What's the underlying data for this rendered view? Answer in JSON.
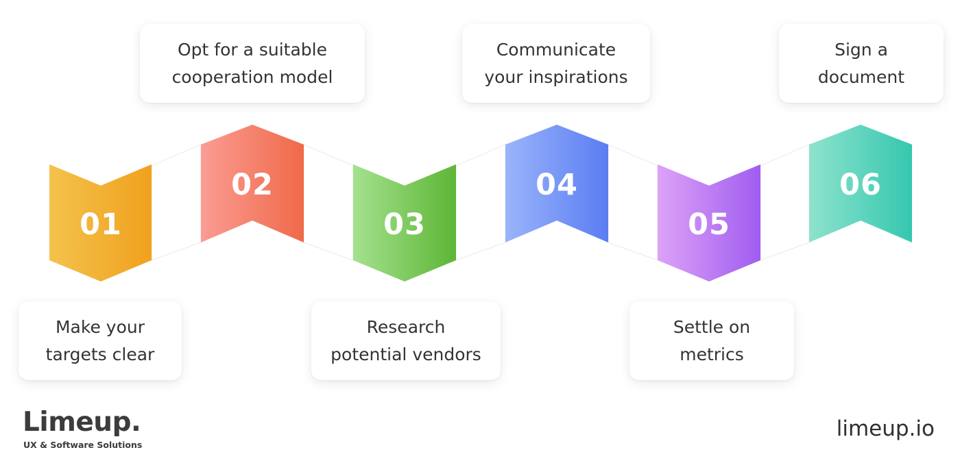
{
  "steps": [
    {
      "number": "01",
      "label_lines": [
        "Make your",
        "targets clear"
      ],
      "gradient": [
        "#f4c24c",
        "#f0a11e"
      ]
    },
    {
      "number": "02",
      "label_lines": [
        "Opt for a suitable",
        "cooperation model"
      ],
      "gradient": [
        "#fb9c93",
        "#ef6a49"
      ]
    },
    {
      "number": "03",
      "label_lines": [
        "Research",
        "potential vendors"
      ],
      "gradient": [
        "#a4e18e",
        "#5db636"
      ]
    },
    {
      "number": "04",
      "label_lines": [
        "Communicate",
        "your inspirations"
      ],
      "gradient": [
        "#9ab4fb",
        "#5a7df2"
      ]
    },
    {
      "number": "05",
      "label_lines": [
        "Settle on",
        "metrics"
      ],
      "gradient": [
        "#dca2f7",
        "#a05df0"
      ]
    },
    {
      "number": "06",
      "label_lines": [
        "Sign a",
        "document"
      ],
      "gradient": [
        "#8ee3cd",
        "#35c7af"
      ]
    }
  ],
  "brand": {
    "logo_text": "Limeup.",
    "tagline": "UX & Software Solutions",
    "website": "limeup.io"
  }
}
